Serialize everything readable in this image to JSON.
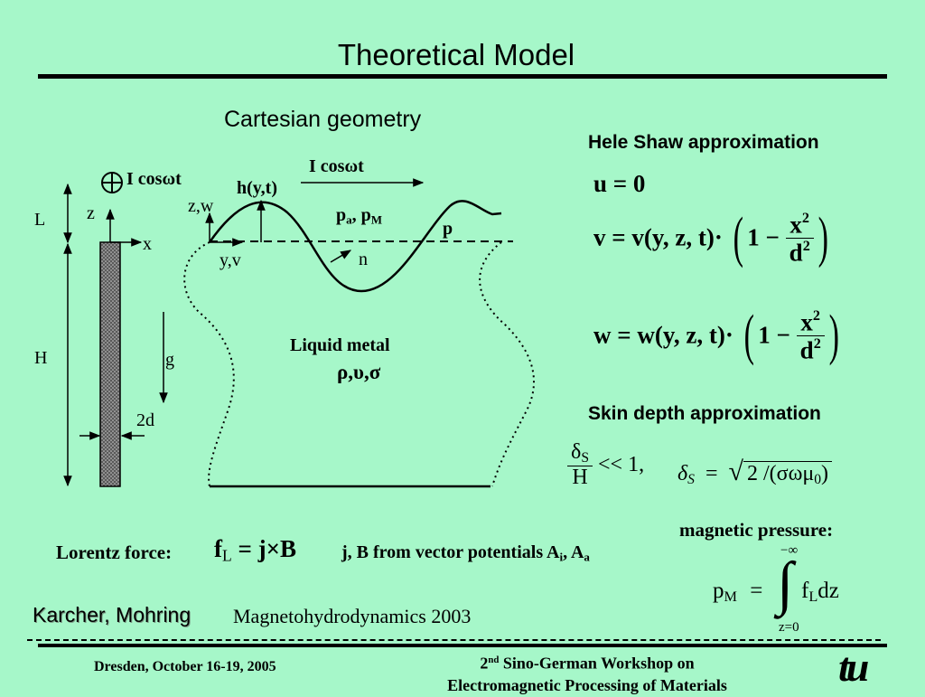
{
  "slide": {
    "title": "Theoretical Model",
    "subtitle": "Cartesian geometry"
  },
  "diagram": {
    "current_left": "I cosωt",
    "current_top": "I cosωt",
    "height_fn": "h(y,t)",
    "axis_zw": "z,w",
    "axis_z": "z",
    "axis_x": "x",
    "axis_yv": "y,v",
    "label_L": "L",
    "label_H": "H",
    "label_2d": "2d",
    "label_g": "g",
    "label_n": "n",
    "label_p": "p",
    "pa_main": "p",
    "pa_sub": "a",
    "pm_main": "p",
    "pm_sub": "M",
    "liquid_label": "Liquid metal",
    "liquid_props": "ρ,υ,σ"
  },
  "right": {
    "hele_shaw_title": "Hele Shaw approximation",
    "eq_u": "u = 0",
    "eq_v_lhs": "v = v(y, z, t)·",
    "eq_w_lhs": "w = w(y, z, t)·",
    "one_minus": "1 −",
    "x2_num": "x",
    "d2_den": "d",
    "sq": "2",
    "skin_title": "Skin depth approximation",
    "delta_s": "δ",
    "s_sub": "S",
    "H_den": "H",
    "ll1": "<< 1,",
    "delta_def_lhs": "δ",
    "delta_def_eq": "=",
    "delta_def_rad": "2 /(σωμ",
    "mu_sub": "0",
    "delta_def_close": ")",
    "magp_title": "magnetic pressure:",
    "magp_lhs": "p",
    "magp_lhs_sub": "M",
    "magp_eq": "=",
    "int_upper": "−∞",
    "int_lower": "z=0",
    "int_body": "f",
    "int_body_sub": "L",
    "int_dz": "dz"
  },
  "bottom": {
    "lorentz_label": "Lorentz force:",
    "lorentz_f": "f",
    "lorentz_sub": "L",
    "lorentz_rhs": "= j×B",
    "vector_pot_text": "j, B from vector potentials A",
    "vp_i": "i",
    "vp_sep": ", A",
    "vp_a": "a",
    "authors": "Karcher, Mohring",
    "journal": "Magnetohydrodynamics 2003"
  },
  "footer": {
    "location_date": "Dresden, October 16-19, 2005",
    "ordinal": "2",
    "ordinal_sup": "nd",
    "workshop_line1": " Sino-German Workshop on",
    "workshop_line2": "Electromagnetic Processing of Materials",
    "logo_text": "tu"
  }
}
